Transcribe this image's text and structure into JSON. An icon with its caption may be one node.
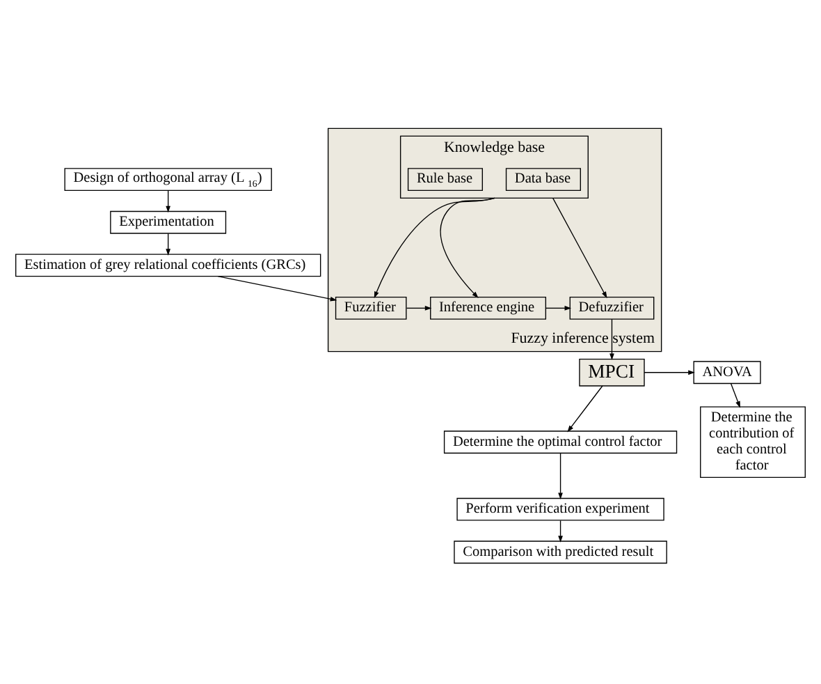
{
  "diagram": {
    "nodes": [
      {
        "text": [
          "Design of orthogonal array (L$_{16}$)"
        ]
      },
      {
        "text": [
          "Experimentation"
        ]
      },
      {
        "text": [
          "Estimation of grey relational coefficients (GRCs)"
        ]
      },
      {
        "text": [
          "Fuzzy inference system"
        ]
      },
      {
        "text": [
          "Fuzzifier"
        ],
        "in": 3
      },
      {
        "text": [
          "Inference engine"
        ],
        "in": 3
      },
      {
        "text": [
          "Defuzzifier"
        ],
        "in": 3
      },
      {
        "text": [
          "Knowledge base"
        ],
        "in": 3
      },
      {
        "text": [
          "Data base"
        ],
        "in": 7
      },
      {
        "text": [
          "Rule base"
        ],
        "in": 7
      },
      {
        "text": [
          "MPCI"
        ]
      },
      {
        "text": [
          "ANOVA"
        ]
      },
      {
        "text": [
          "Determine the contribution of each control factor"
        ]
      },
      {
        "text": [
          "Determine the optimal control factor"
        ]
      },
      {
        "text": [
          "Perform verification experiment"
        ]
      },
      {
        "text": [
          "Comparison with predicted result"
        ]
      }
    ],
    "edges": [
      {
        "from": 0,
        "to": 1,
        "arrow": "to"
      },
      {
        "from": 1,
        "to": 2,
        "arrow": "to"
      },
      {
        "from": 2,
        "to": 4,
        "arrow": "to"
      },
      {
        "from": 4,
        "to": 5,
        "arrow": "to"
      },
      {
        "from": 5,
        "to": 6,
        "arrow": "to"
      },
      {
        "from": 7,
        "to": 4,
        "arrow": "to"
      },
      {
        "from": 7,
        "to": 5,
        "arrow": "to"
      },
      {
        "from": 7,
        "to": 6,
        "arrow": "to"
      },
      {
        "from": 6,
        "to": 10,
        "arrow": "to"
      },
      {
        "from": 10,
        "to": 11,
        "arrow": "to"
      },
      {
        "from": 11,
        "to": 12,
        "arrow": "to"
      },
      {
        "from": 10,
        "to": 13,
        "arrow": "to"
      },
      {
        "from": 13,
        "to": 14,
        "arrow": "to"
      },
      {
        "from": 14,
        "to": 15,
        "arrow": "to"
      }
    ]
  }
}
